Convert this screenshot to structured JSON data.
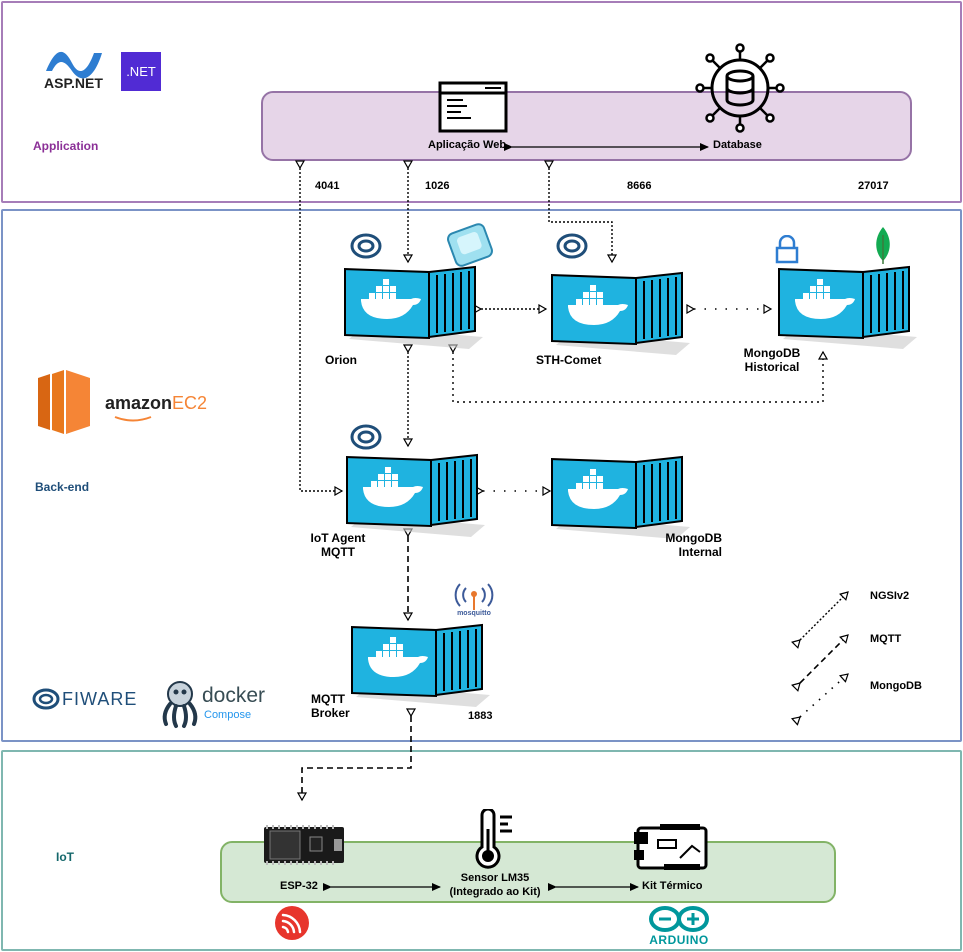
{
  "layers": {
    "application": {
      "label": "Application",
      "color": "#8b2f97",
      "border": "#a67db8"
    },
    "backend": {
      "label": "Back-end",
      "color": "#1f4e79",
      "border": "#7b93c6"
    },
    "iot": {
      "label": "IoT",
      "color": "#14676b",
      "border": "#7fb7b0"
    }
  },
  "logos": {
    "aspnet": "ASP.NET",
    "dotnet": ".NET",
    "amazon_ec2_a": "amazon",
    "amazon_ec2_b": "EC2",
    "fiware": "FIWARE",
    "docker": "docker",
    "docker_compose": "Compose",
    "mosquitto": "mosquitto",
    "arduino": "ARDUINO"
  },
  "application_nodes": {
    "web": "Aplicação Web",
    "database": "Database"
  },
  "ports": {
    "p4041": "4041",
    "p1026": "1026",
    "p8666": "8666",
    "p27017": "27017",
    "p1883": "1883"
  },
  "containers": {
    "orion": "Orion",
    "sth_comet": "STH-Comet",
    "mongodb_historical_1": "MongoDB",
    "mongodb_historical_2": "Historical",
    "iot_agent_1": "IoT Agent",
    "iot_agent_2": "MQTT",
    "mongodb_internal_1": "MongoDB",
    "mongodb_internal_2": "Internal",
    "mqtt_broker_1": "MQTT",
    "mqtt_broker_2": "Broker"
  },
  "legend": {
    "ngsi": "NGSIv2",
    "mqtt": "MQTT",
    "mongodb": "MongoDB"
  },
  "iot_nodes": {
    "esp32": "ESP-32",
    "sensor_1": "Sensor LM35",
    "sensor_2": "(Integrado ao Kit)",
    "kit": "Kit Térmico"
  },
  "colors": {
    "container": "#1fb3e0",
    "app_box": "#e6d5e8",
    "iot_box": "#d5e8d4"
  }
}
